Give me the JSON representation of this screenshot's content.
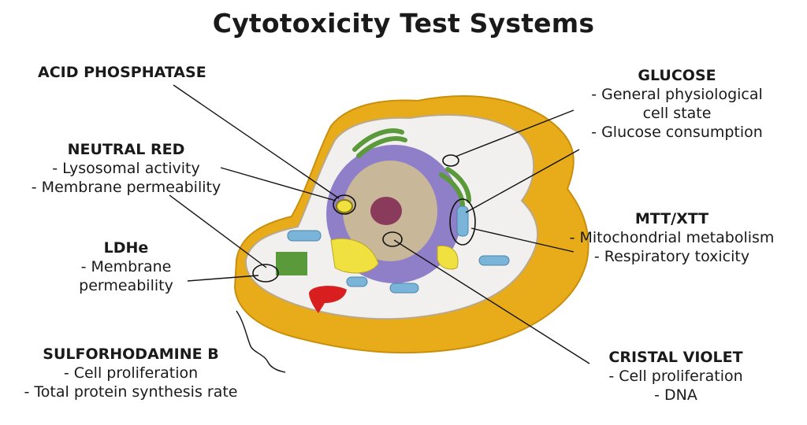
{
  "title": "Cytotoxicity Test Systems",
  "labels": {
    "acid_phosphatase": {
      "name": "ACID PHOSPHATASE"
    },
    "neutral_red": {
      "name": "NEUTRAL RED",
      "lines": [
        "- Lysosomal activity",
        "- Membrane permeability"
      ]
    },
    "ldhe": {
      "name": "LDHe",
      "lines": [
        "- Membrane",
        "permeability"
      ]
    },
    "sulforhodamine": {
      "name": "SULFORHODAMINE B",
      "lines": [
        "- Cell proliferation",
        "- Total protein synthesis rate"
      ]
    },
    "glucose": {
      "name": "GLUCOSE",
      "lines": [
        "- General physiological",
        "cell state",
        "- Glucose consumption"
      ]
    },
    "mtt": {
      "name": "MTT/XTT",
      "lines": [
        "- Mitochondrial metabolism",
        "- Respiratory toxicity"
      ]
    },
    "cristal_violet": {
      "name": "CRISTAL VIOLET",
      "lines": [
        "- Cell proliferation",
        "- DNA"
      ]
    }
  },
  "colors": {
    "matrix": "#e8ac1a",
    "matrix_dark": "#c98f0c",
    "cytoplasm": "#f2f0ee",
    "nuclear_envelope": "#8f7fc8",
    "nucleoplasm": "#c9b79a",
    "nucleolus": "#8a3a5a",
    "golgi_green": "#5a9a3a",
    "mitochondria_blue": "#7ab4d8",
    "er_yellow": "#f0e040",
    "vesicle_red": "#d81e1e",
    "line": "#111111"
  }
}
